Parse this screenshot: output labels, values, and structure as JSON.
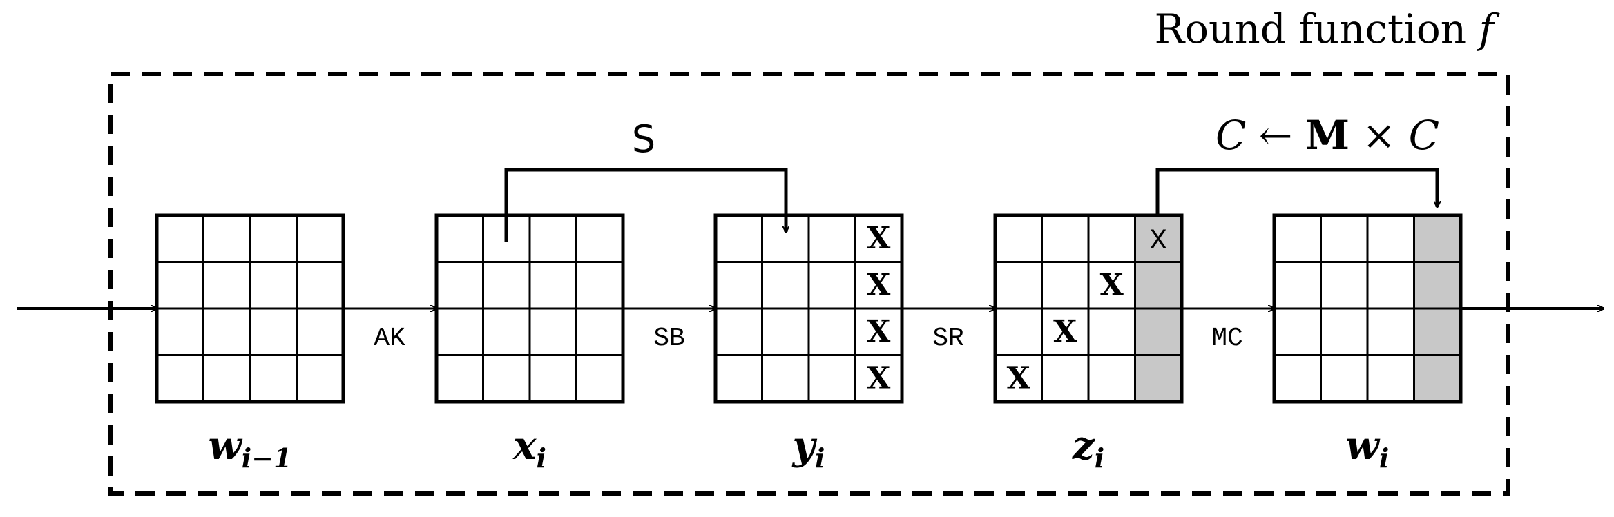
{
  "title": "Round function f",
  "title_prefix": "Round function ",
  "title_var": "f",
  "colors": {
    "stroke": "#000000",
    "shaded": "#c8c8c8",
    "background": "#ffffff"
  },
  "operations": [
    {
      "id": "ak",
      "label": "AK"
    },
    {
      "id": "sb",
      "label": "SB"
    },
    {
      "id": "sr",
      "label": "SR"
    },
    {
      "id": "mc",
      "label": "MC"
    }
  ],
  "states": [
    {
      "id": "w-prev",
      "name": "w",
      "sub": "i−1",
      "marks": [],
      "shaded_column": null
    },
    {
      "id": "x",
      "name": "x",
      "sub": "i",
      "marks": [],
      "shaded_column": null
    },
    {
      "id": "y",
      "name": "y",
      "sub": "i",
      "marks": [
        [
          0,
          3
        ],
        [
          1,
          3
        ],
        [
          2,
          3
        ],
        [
          3,
          3
        ]
      ],
      "shaded_column": null
    },
    {
      "id": "z",
      "name": "z",
      "sub": "i",
      "marks": [
        [
          0,
          3
        ],
        [
          1,
          2
        ],
        [
          2,
          1
        ],
        [
          3,
          0
        ]
      ],
      "shaded_column": 3
    },
    {
      "id": "w",
      "name": "w",
      "sub": "i",
      "marks": [],
      "shaded_column": 3
    }
  ],
  "mark_glyph": "X",
  "sbox_label": "S",
  "mixcolumns_label": "C ← M × C",
  "mixcolumns_parts": {
    "c1": "C",
    "arrow": " ← ",
    "m": "M",
    "times": " × ",
    "c2": "C"
  }
}
